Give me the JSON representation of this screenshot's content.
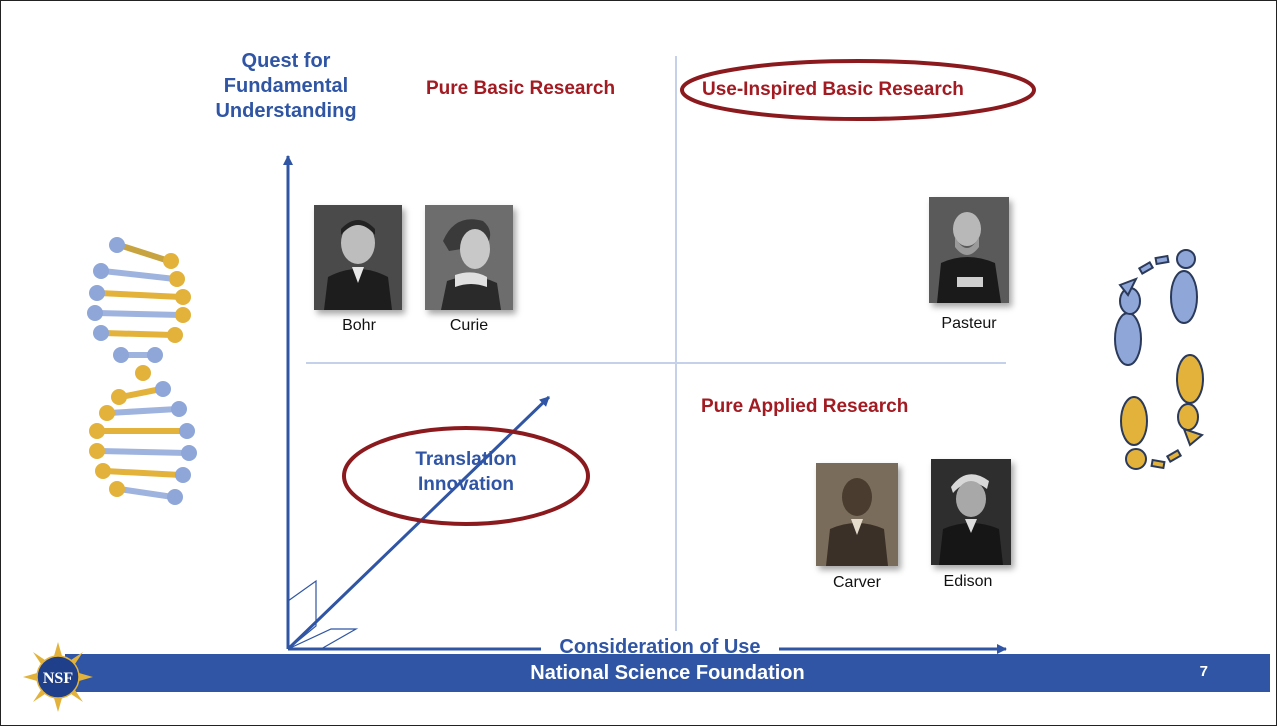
{
  "axes": {
    "y_label": [
      "Quest for",
      "Fundamental",
      "Understanding"
    ],
    "x_label": "Consideration of Use"
  },
  "quadrants": {
    "top_left": "Pure Basic Research",
    "top_right": "Use-Inspired Basic Research",
    "bottom_right": "Pure Applied Research"
  },
  "diagonal_label": [
    "Translation",
    "Innovation"
  ],
  "people": {
    "bohr": "Bohr",
    "curie": "Curie",
    "pasteur": "Pasteur",
    "carver": "Carver",
    "edison": "Edison"
  },
  "footer": {
    "title": "National Science Foundation",
    "page_number": "7"
  },
  "logo": {
    "text": "NSF"
  },
  "colors": {
    "axis_blue": "#2f55a4",
    "title_red": "#a21b22",
    "divider": "#c5d0ea",
    "dna_gold": "#e2b23a",
    "dna_blue": "#8ea6d8",
    "footprint_blue": "#8ea6d8",
    "footprint_gold": "#e2b23a"
  },
  "icons": [
    "dna-helix-icon",
    "footprints-icon",
    "nsf-logo-icon"
  ]
}
